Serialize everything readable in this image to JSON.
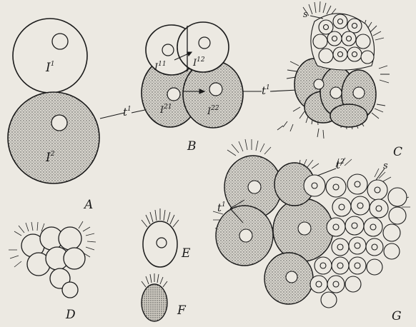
{
  "labels": {
    "A": "A",
    "B": "B",
    "C": "C",
    "D": "D",
    "E": "E",
    "F": "F",
    "G": "G",
    "I1_base": "I",
    "I1_sup": "1",
    "I2_base": "I",
    "I2_sup": "2",
    "I11_base": "I",
    "I11_sup": "11",
    "I12_base": "I",
    "I12_sup": "12",
    "I21_base": "I",
    "I21_sup": "21",
    "I22_base": "I",
    "I22_sup": "22",
    "t1_base": "t",
    "t1_sup": "1",
    "t2_base": "t",
    "t2_sup": "2",
    "s": "s"
  },
  "colors": {
    "ink": "#1a1a1a",
    "paper": "#ece9e2",
    "stipple": "#555555"
  }
}
